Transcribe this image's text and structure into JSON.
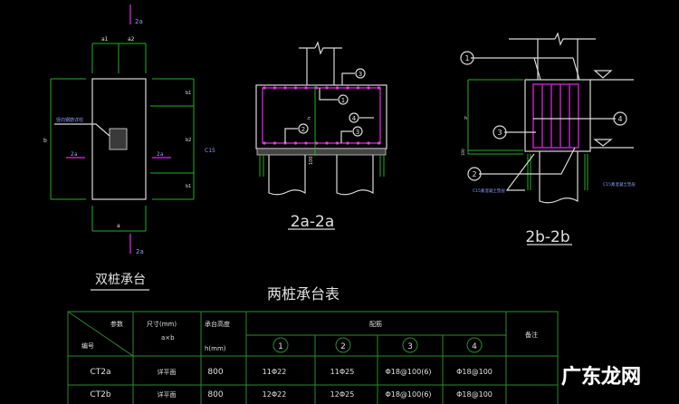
{
  "plan": {
    "section_mark": "2a",
    "dim_a1": "a1",
    "dim_a2": "a2",
    "dim_a": "a",
    "dim_b": "b",
    "dim_b1": "b1",
    "dim_b2": "b2",
    "pile_note": "竖向钢筋详柱",
    "c15_note": "C15",
    "title": "双桩承台"
  },
  "section_2a": {
    "title": "2a-2a",
    "callouts": [
      "1",
      "2",
      "3",
      "4"
    ],
    "h_label": "h",
    "cushion_label": "100"
  },
  "section_2b": {
    "title": "2b-2b",
    "callouts": [
      "1",
      "2",
      "3",
      "4"
    ],
    "h_label": "h",
    "cushion_label": "100",
    "c15_note": "C15素混凝土垫层"
  },
  "table": {
    "title": "两桩承台表",
    "header": {
      "param": "参数",
      "code": "编号",
      "size": "尺寸(mm)",
      "size_sub": "a×b",
      "height": "承台高度",
      "height_sub": "h(mm)",
      "rebar": "配筋",
      "rebar_cols": [
        "1",
        "2",
        "3",
        "4"
      ],
      "remark": "备注"
    },
    "rows": [
      {
        "code": "CT2a",
        "size": "详平面",
        "h": "800",
        "r1": "11Φ22",
        "r2": "11Φ25",
        "r3": "Φ18@100(6)",
        "r4": "Φ18@100",
        "remark": ""
      },
      {
        "code": "CT2b",
        "size": "详平面",
        "h": "800",
        "r1": "12Φ22",
        "r2": "12Φ25",
        "r3": "Φ18@100(6)",
        "r4": "Φ18@100",
        "remark": ""
      }
    ]
  },
  "watermark": "广东龙网",
  "colors": {
    "background": "#000000",
    "dimension": "#22b022",
    "rebar": "#c020c0",
    "outline": "#d8d8d8",
    "annotation": "#8aa0ff"
  }
}
